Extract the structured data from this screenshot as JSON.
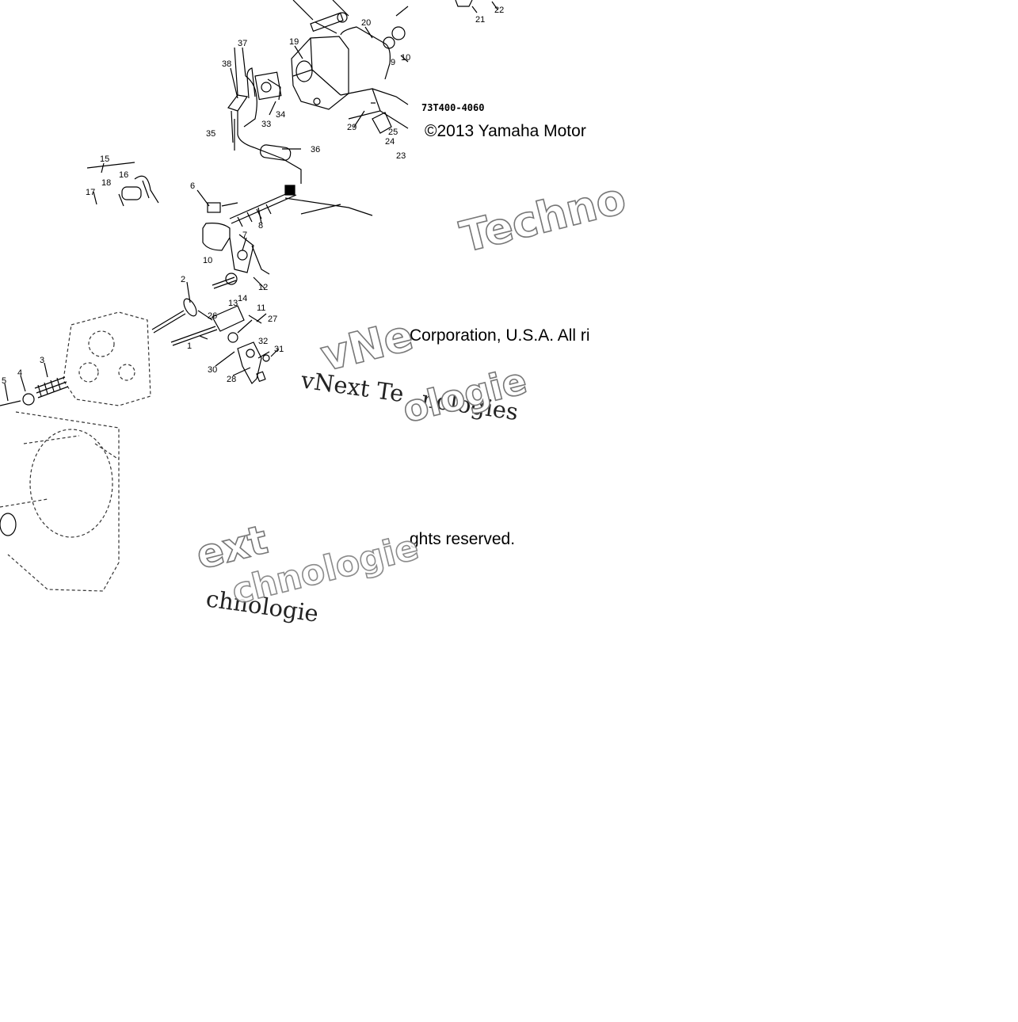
{
  "diagram": {
    "part_code": "73T400-4060",
    "callouts": [
      "37",
      "38",
      "19",
      "20",
      "9",
      "10",
      "21",
      "22",
      "34",
      "33",
      "35",
      "36",
      "29",
      "25",
      "24",
      "23",
      "15",
      "16",
      "18",
      "17",
      "6",
      "8",
      "7",
      "12",
      "13",
      "14",
      "11",
      "27",
      "2",
      "26",
      "3",
      "4",
      "5",
      "30",
      "28",
      "32",
      "31",
      "1",
      "10"
    ]
  },
  "copyright": {
    "line1": "©2013 Yamaha Motor",
    "line2": "Corporation, U.S.A. All ri",
    "line3": "ghts reserved."
  },
  "watermarks": [
    "Techno",
    "vNe",
    "vNext Te",
    "nologies",
    "ologie",
    "ext",
    "chnologie"
  ]
}
